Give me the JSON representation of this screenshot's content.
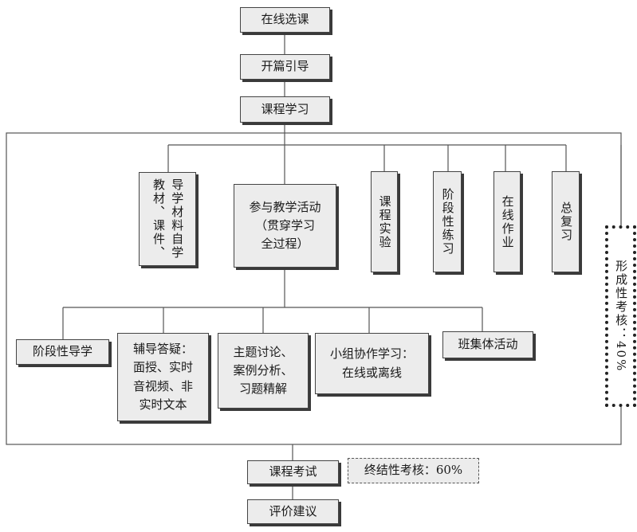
{
  "flow": {
    "online_select": "在线选课",
    "opening_guide": "开篇引导",
    "course_study": "课程学习",
    "course_exam": "课程考试",
    "evaluation": "评价建议"
  },
  "row1": {
    "materials": "导学材料自学\n教材、课件、",
    "teaching_activities": "参与教学活动\n（贯穿学习\n全过程）",
    "experiment": "课程实验",
    "stage_practice": "阶段性练习",
    "online_homework": "在线作业",
    "review": "总复习"
  },
  "row2": {
    "stage_guide": "阶段性导学",
    "tutoring": "辅导答疑：\n面授、实时\n音视频、非\n实时文本",
    "topic_discussion": "主题讨论、\n案例分析、\n习题精解",
    "group_study": "小组协作学习：\n在线或离线",
    "class_activity": "班集体活动"
  },
  "assessment": {
    "formative": "形成性考核：40%",
    "summative": "终结性考核：60%"
  }
}
